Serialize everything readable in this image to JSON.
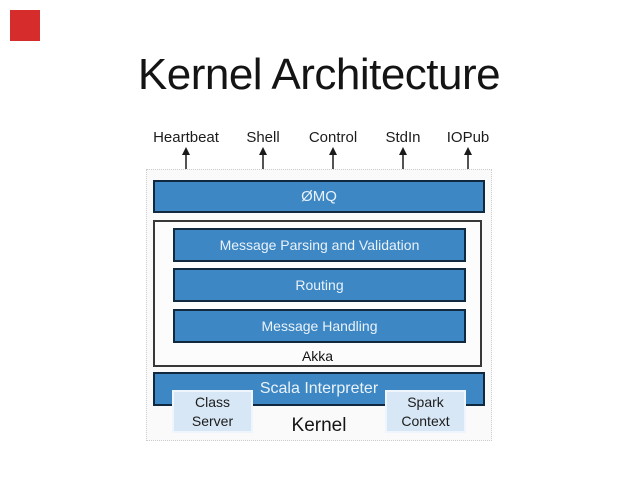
{
  "slide": {
    "title": "Kernel Architecture"
  },
  "channels": [
    "Heartbeat",
    "Shell",
    "Control",
    "StdIn",
    "IOPub"
  ],
  "diagram": {
    "zmq_label": "ØMQ",
    "akka": {
      "layers": [
        "Message Parsing and Validation",
        "Routing",
        "Message Handling"
      ],
      "label": "Akka"
    },
    "scala_interpreter_label": "Scala Interpreter",
    "class_server": {
      "line1": "Class",
      "line2": "Server"
    },
    "spark_context": {
      "line1": "Spark",
      "line2": "Context"
    },
    "kernel_label": "Kernel"
  },
  "colors": {
    "accent-red": "#d62c2c",
    "bar-blue": "#3d87c4",
    "bar-border": "#10293f",
    "bar-text": "#eaf2fa",
    "light-blue": "#d8e7f5"
  }
}
